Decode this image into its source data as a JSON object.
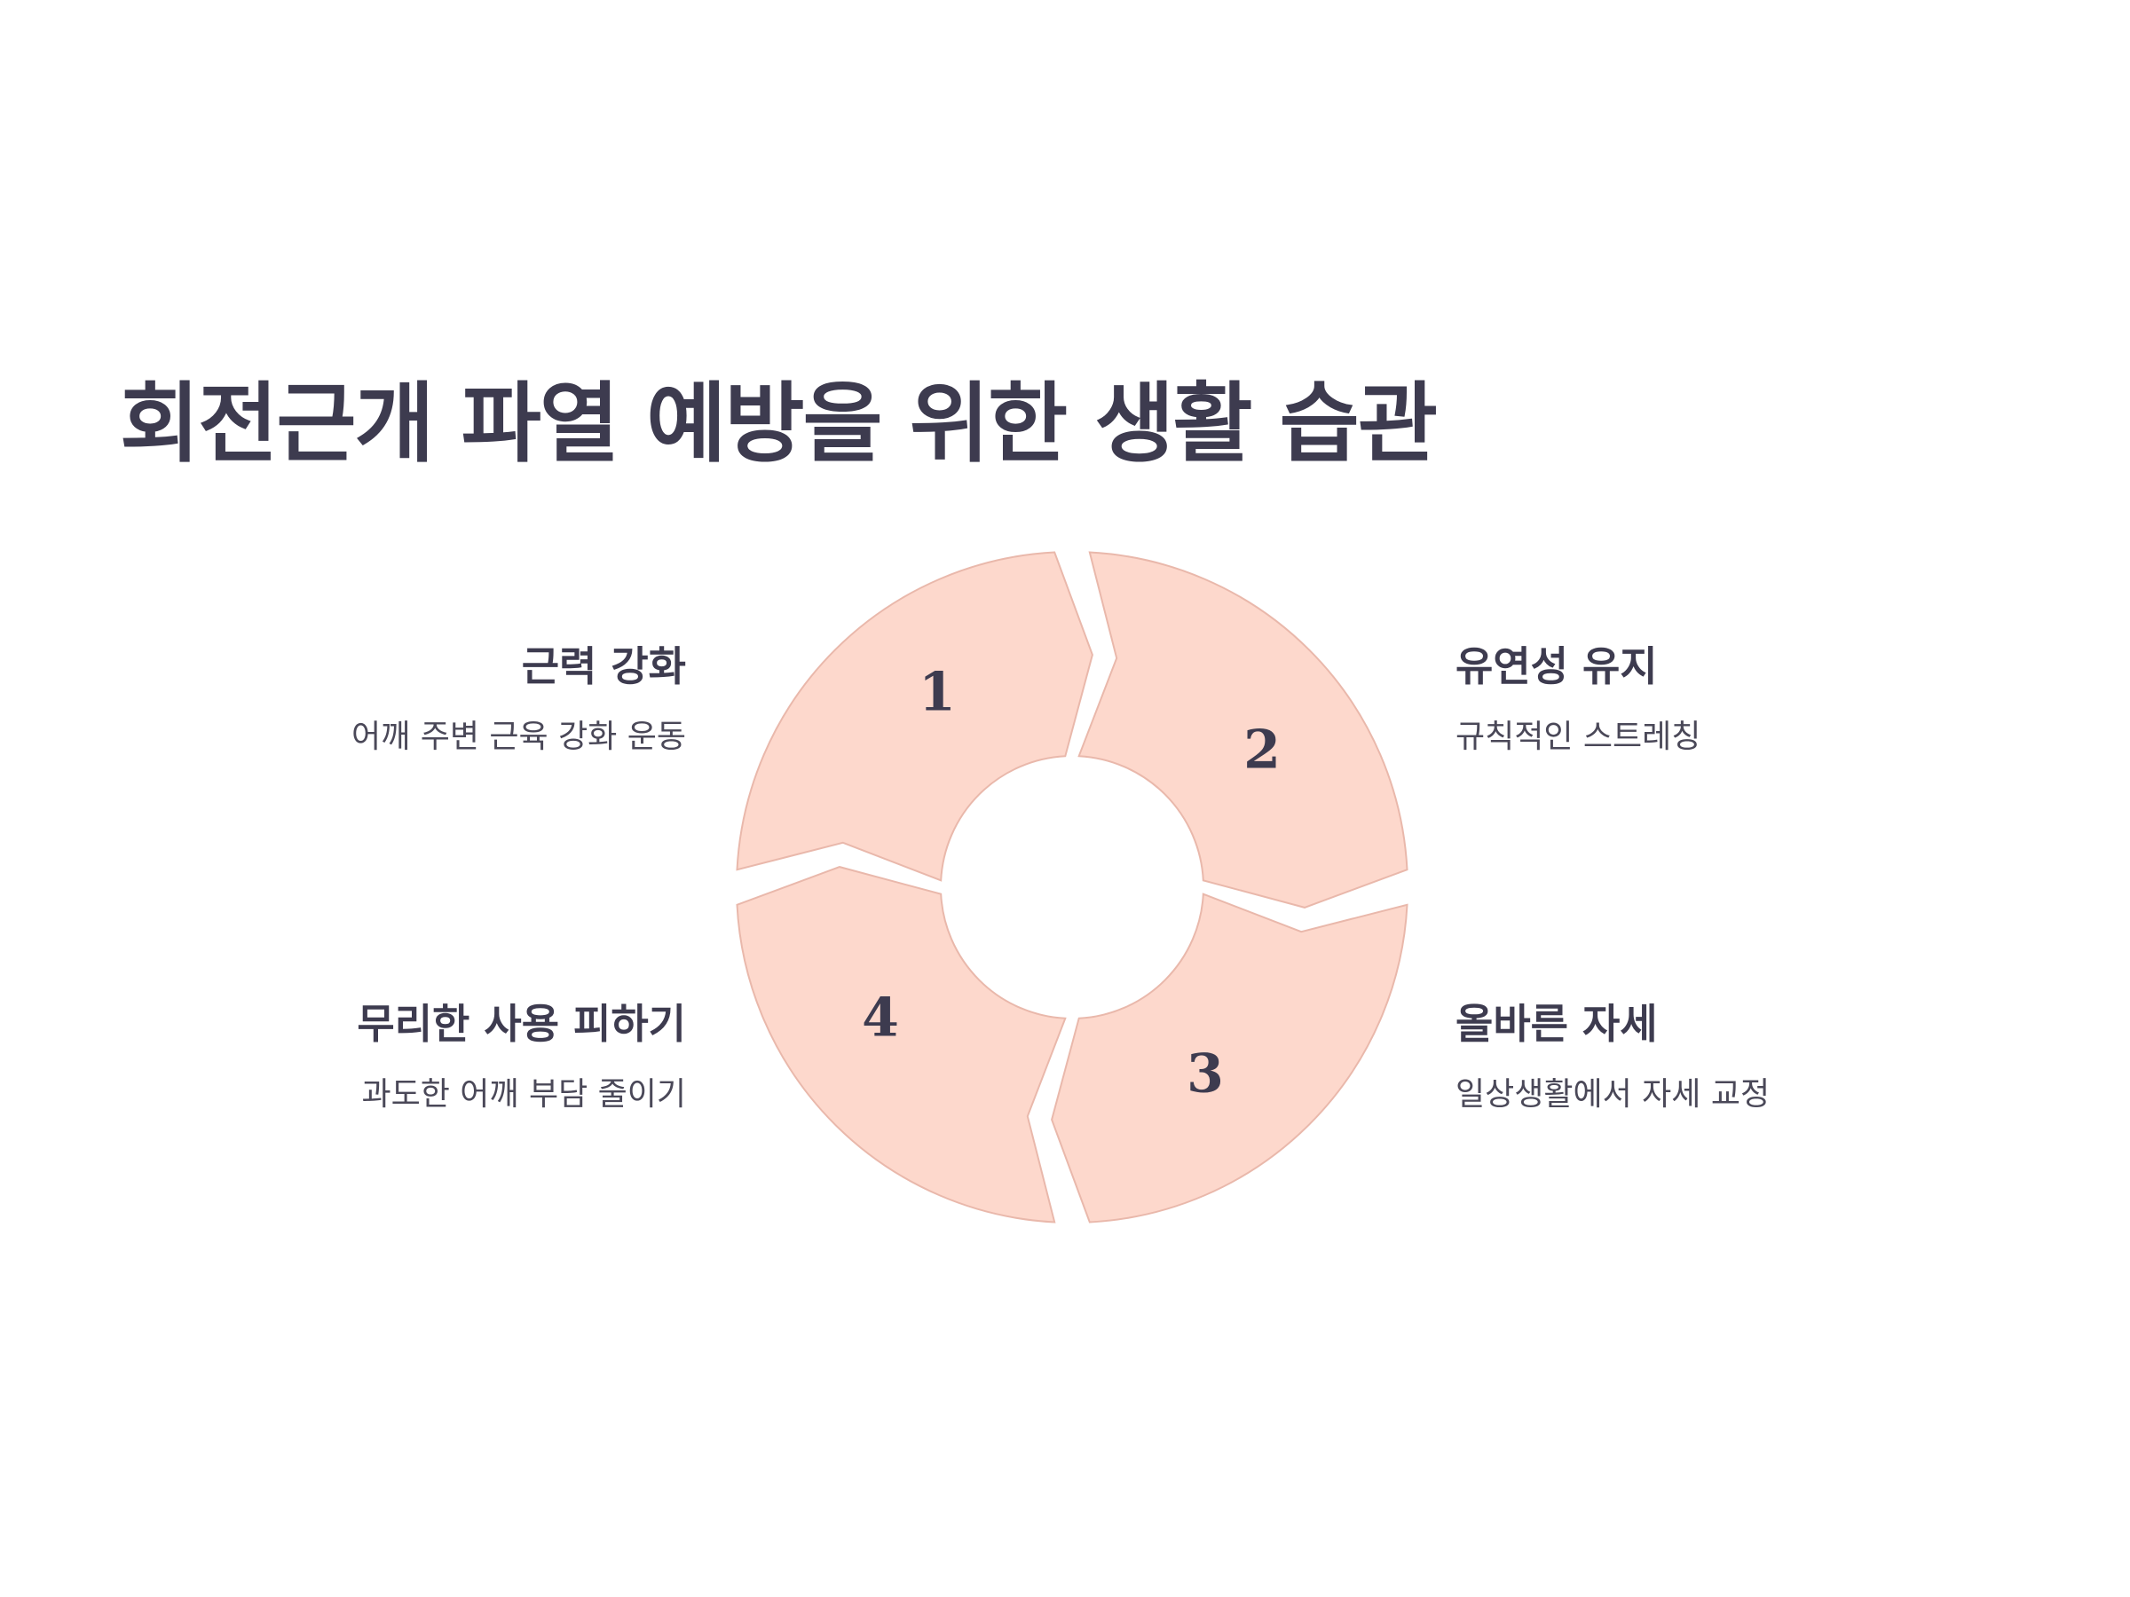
{
  "title": "회전근개 파열 예방을 위한 생활 습관",
  "colors": {
    "segment_fill": "#fdd8cc",
    "segment_stroke": "#e9b8ab",
    "text_primary": "#3d3b4f",
    "background": "#ffffff"
  },
  "steps": [
    {
      "number": "1",
      "title": "근력 강화",
      "description": "어깨 주변 근육 강화 운동"
    },
    {
      "number": "2",
      "title": "유연성 유지",
      "description": "규칙적인 스트레칭"
    },
    {
      "number": "3",
      "title": "올바른 자세",
      "description": "일상생활에서 자세 교정"
    },
    {
      "number": "4",
      "title": "무리한 사용 피하기",
      "description": "과도한 어깨 부담 줄이기"
    }
  ]
}
